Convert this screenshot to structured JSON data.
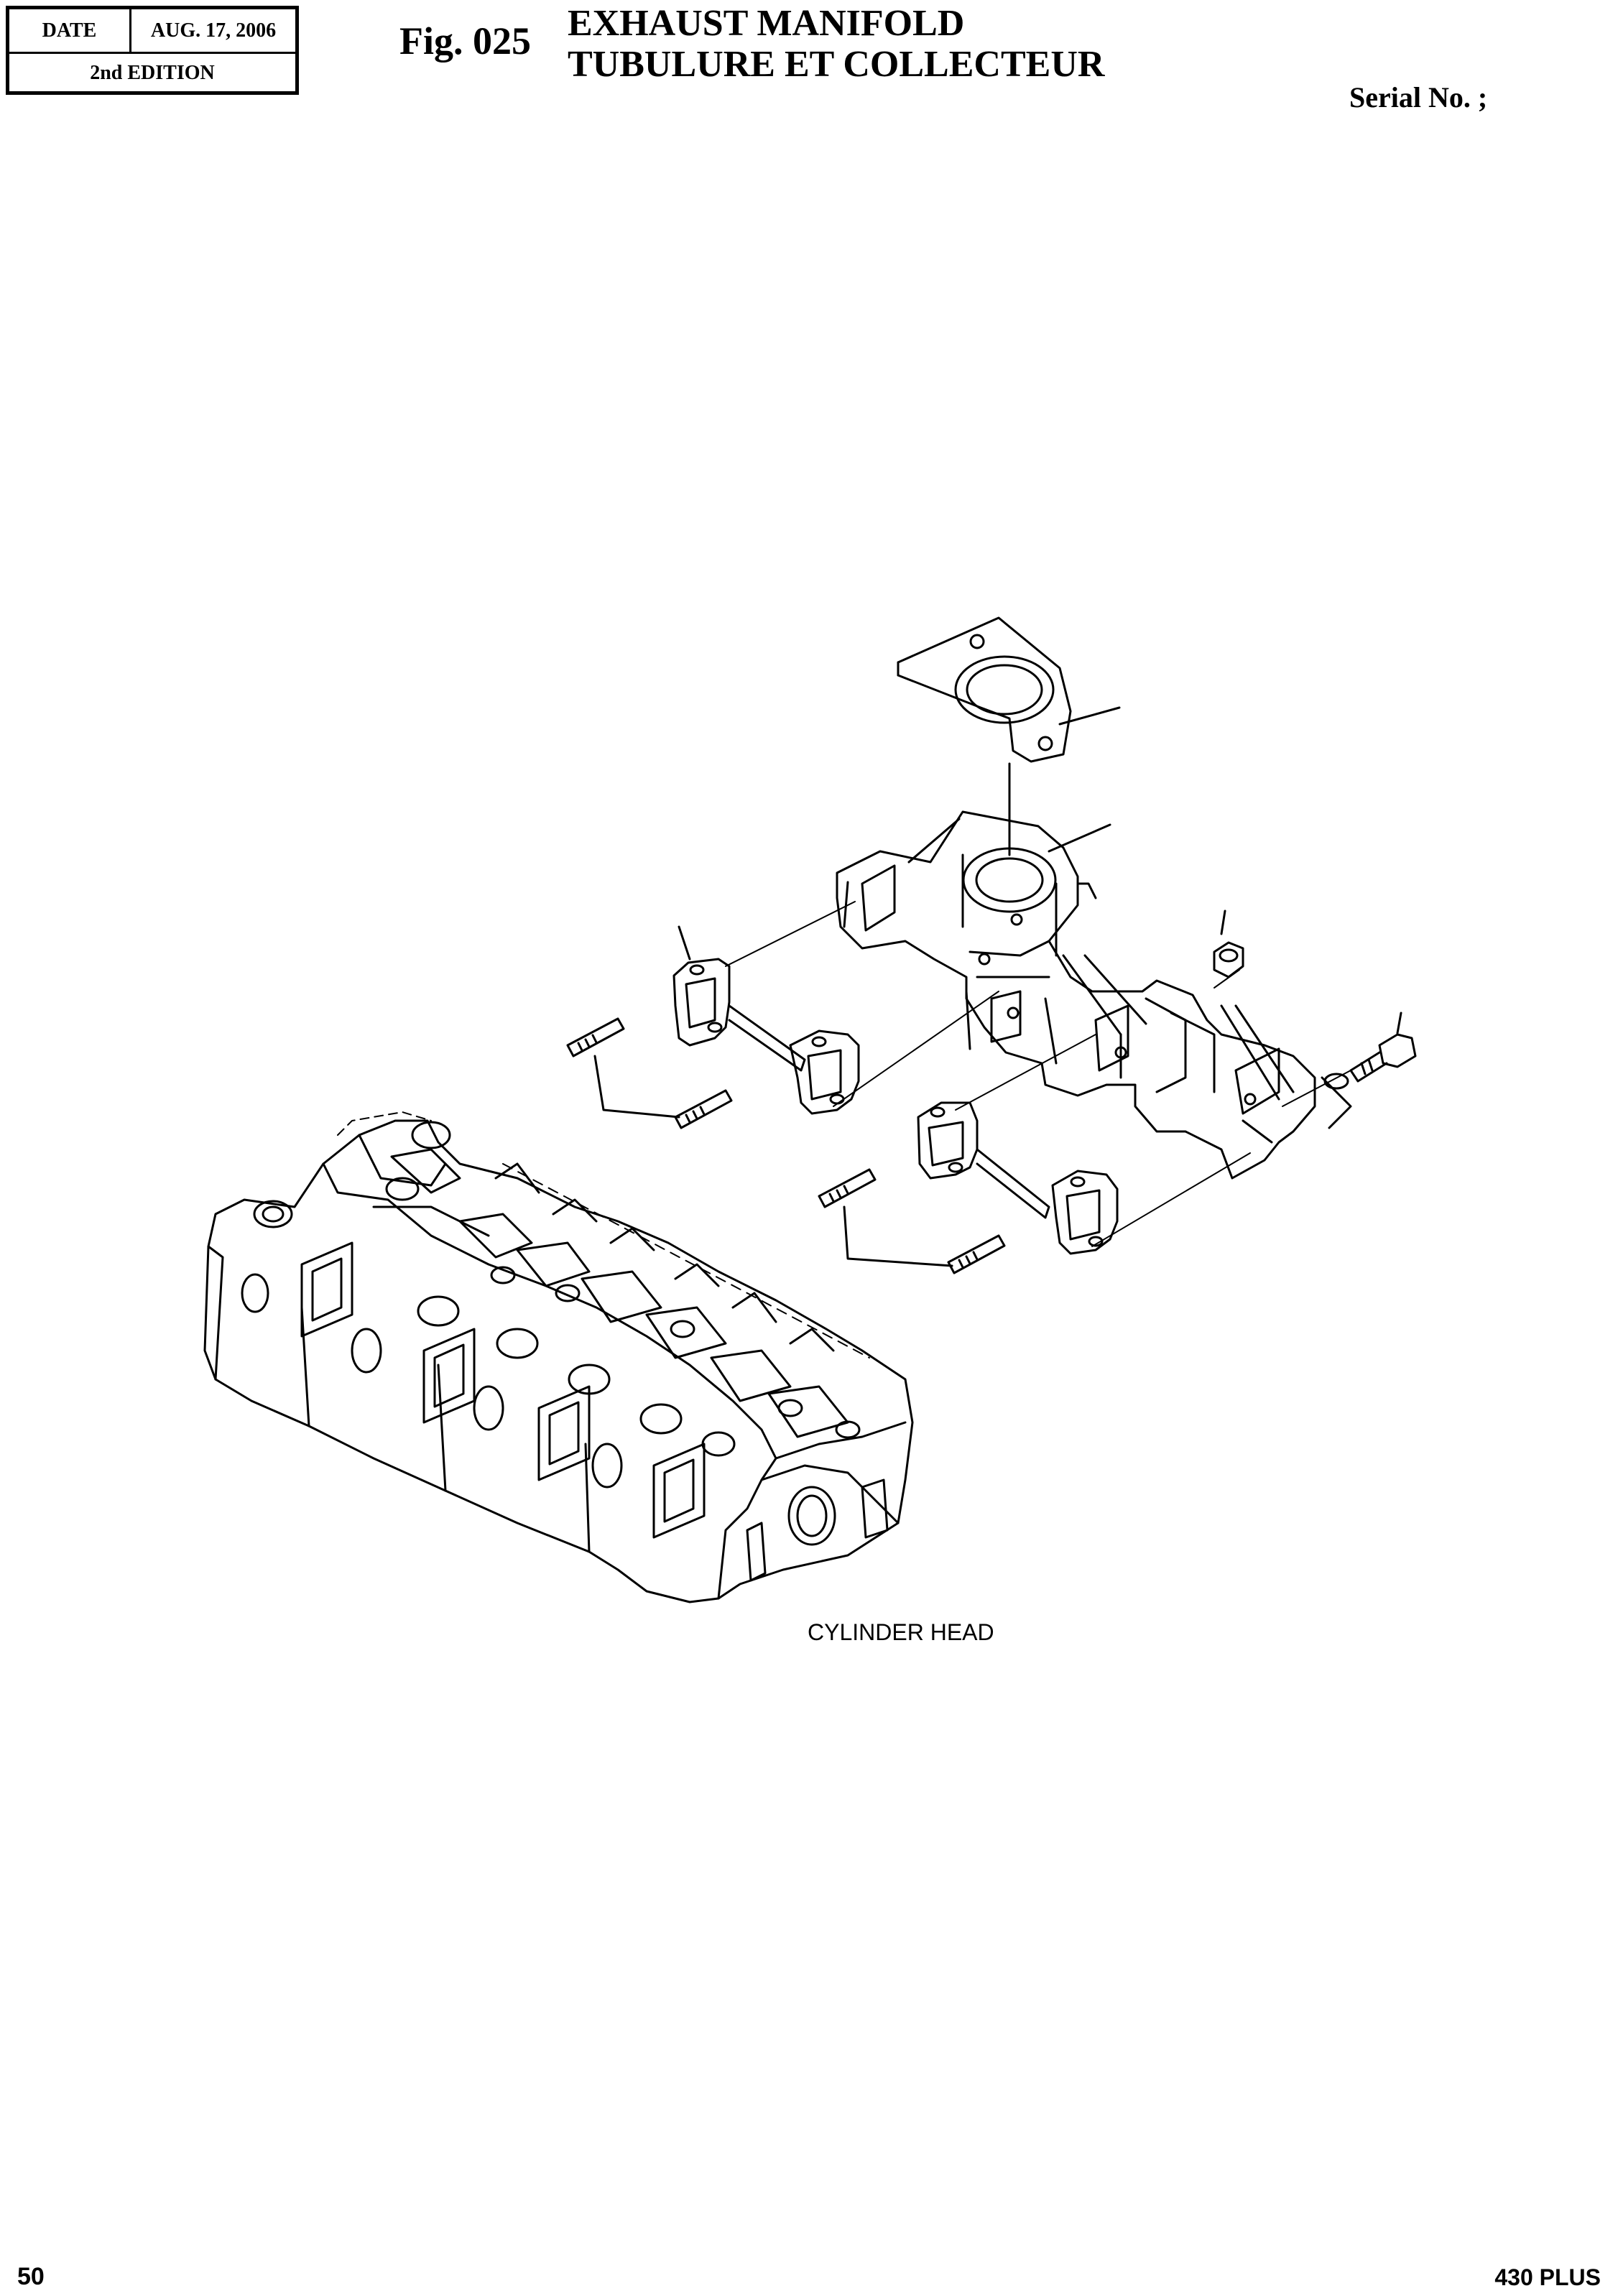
{
  "header": {
    "date_label": "DATE",
    "date_value": "AUG. 17, 2006",
    "edition": "2nd EDITION",
    "fig_number": "Fig. 025",
    "title_en": "EXHAUST MANIFOLD",
    "title_fr": "TUBULURE ET COLLECTEUR",
    "serial": "Serial No. ;"
  },
  "drawing": {
    "callout": "CYLINDER HEAD"
  },
  "footer": {
    "page_number": "50",
    "model": "430 PLUS"
  }
}
